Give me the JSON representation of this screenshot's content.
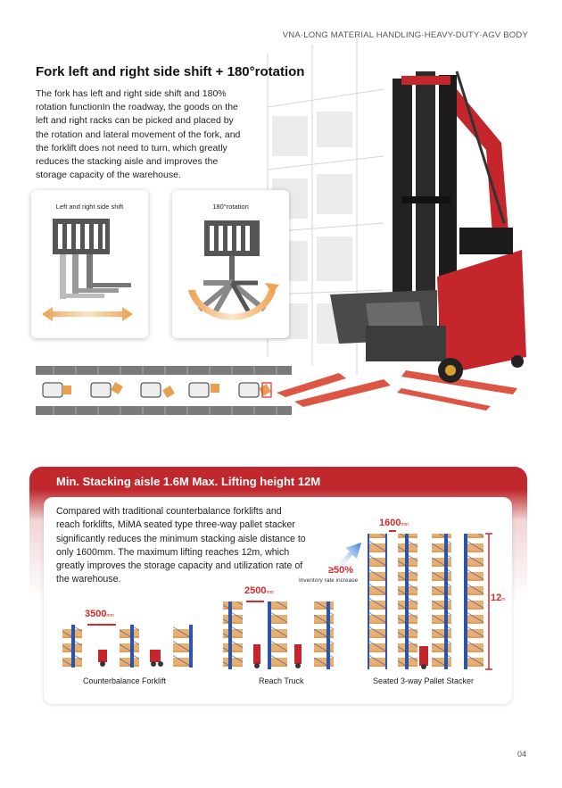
{
  "header": {
    "title": "VNA·LONG MATERIAL HANDLING·HEAVY-DUTY·AGV BODY"
  },
  "section1": {
    "title": "Fork left and right side shift + 180°rotation",
    "body": "The fork has left and right side shift and 180% rotation functionIn the roadway, the goods on the left and right racks can be picked and placed by the rotation and lateral movement of the fork, and the forklift does not need to turn, which greatly reduces the stacking aisle and improves the storage capacity of the warehouse.",
    "cards": [
      {
        "label": "Left and right side shift"
      },
      {
        "label": "180°rotation"
      }
    ]
  },
  "section2": {
    "title": "Min. Stacking aisle 1.6M  Max. Lifting height 12M",
    "body": "Compared with traditional counterbalance forklifts and reach forklifts, MiMA seated type three-way pallet stacker significantly reduces the minimum stacking aisle distance to only 1600mm. The maximum lifting reaches 12m, which greatly improves the storage capacity and utilization rate of the warehouse.",
    "inventory_pct": "≥50%",
    "inventory_label": "Inventory rate increase",
    "height_label": "12",
    "height_unit": "m",
    "dims": [
      {
        "value": "3500",
        "unit": "mm"
      },
      {
        "value": "2500",
        "unit": "mm"
      },
      {
        "value": "1600",
        "unit": "mm"
      }
    ],
    "captions": [
      "Counterbalance Forklift",
      "Reach Truck",
      "Seated 3-way Pallet Stacker"
    ]
  },
  "colors": {
    "accent": "#c0282d",
    "orange": "#f0a050",
    "rack_blue": "#2a55a8",
    "pallet": "#e8b070"
  },
  "page_number": "04"
}
